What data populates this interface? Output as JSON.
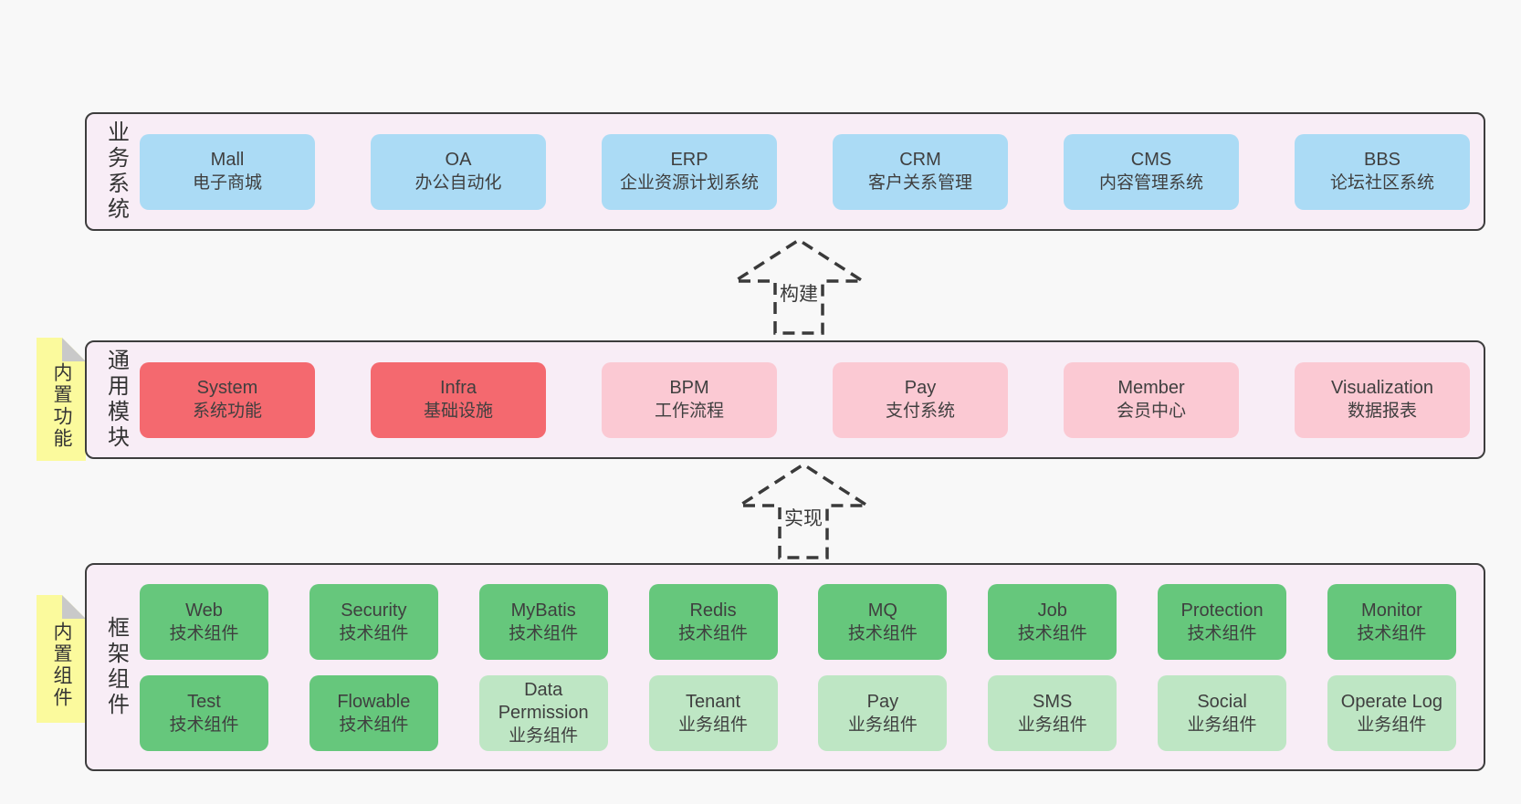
{
  "colors": {
    "page_bg": "#f8f8f8",
    "panel_bg": "#f8edf6",
    "panel_border": "#3d3d3d",
    "blue_box": "#abdbf5",
    "red_box": "#f4696f",
    "pink_box": "#fbc9d3",
    "green_box": "#66c77c",
    "light_green_box": "#bee6c4",
    "sticky_yellow": "#fbfa9d",
    "sticky_fold_gray": "#c9c9c9",
    "text": "#3f3f3f"
  },
  "business": {
    "label": "业务系统",
    "boxes": [
      {
        "name": "Mall",
        "subtitle": "电子商城",
        "type": "blue"
      },
      {
        "name": "OA",
        "subtitle": "办公自动化",
        "type": "blue"
      },
      {
        "name": "ERP",
        "subtitle": "企业资源计划系统",
        "type": "blue"
      },
      {
        "name": "CRM",
        "subtitle": "客户关系管理",
        "type": "blue"
      },
      {
        "name": "CMS",
        "subtitle": "内容管理系统",
        "type": "blue"
      },
      {
        "name": "BBS",
        "subtitle": "论坛社区系统",
        "type": "blue"
      }
    ]
  },
  "build_arrow": {
    "label": "构建"
  },
  "modules": {
    "label": "通用模块",
    "sticky": "内置功能",
    "boxes": [
      {
        "name": "System",
        "subtitle": "系统功能",
        "type": "red"
      },
      {
        "name": "Infra",
        "subtitle": "基础设施",
        "type": "red"
      },
      {
        "name": "BPM",
        "subtitle": "工作流程",
        "type": "pink"
      },
      {
        "name": "Pay",
        "subtitle": "支付系统",
        "type": "pink"
      },
      {
        "name": "Member",
        "subtitle": "会员中心",
        "type": "pink"
      },
      {
        "name": "Visualization",
        "subtitle": "数据报表",
        "type": "pink"
      }
    ]
  },
  "implement_arrow": {
    "label": "实现"
  },
  "components": {
    "label": "框架组件",
    "sticky": "内置组件",
    "row1": [
      {
        "name": "Web",
        "subtitle": "技术组件",
        "type": "green"
      },
      {
        "name": "Security",
        "subtitle": "技术组件",
        "type": "green"
      },
      {
        "name": "MyBatis",
        "subtitle": "技术组件",
        "type": "green"
      },
      {
        "name": "Redis",
        "subtitle": "技术组件",
        "type": "green"
      },
      {
        "name": "MQ",
        "subtitle": "技术组件",
        "type": "green"
      },
      {
        "name": "Job",
        "subtitle": "技术组件",
        "type": "green"
      },
      {
        "name": "Protection",
        "subtitle": "技术组件",
        "type": "green"
      },
      {
        "name": "Monitor",
        "subtitle": "技术组件",
        "type": "green"
      }
    ],
    "row2": [
      {
        "name": "Test",
        "subtitle": "技术组件",
        "type": "green"
      },
      {
        "name": "Flowable",
        "subtitle": "技术组件",
        "type": "green"
      },
      {
        "name": "Data Permission",
        "subtitle": "业务组件",
        "type": "lightgreen"
      },
      {
        "name": "Tenant",
        "subtitle": "业务组件",
        "type": "lightgreen"
      },
      {
        "name": "Pay",
        "subtitle": "业务组件",
        "type": "lightgreen"
      },
      {
        "name": "SMS",
        "subtitle": "业务组件",
        "type": "lightgreen"
      },
      {
        "name": "Social",
        "subtitle": "业务组件",
        "type": "lightgreen"
      },
      {
        "name": "Operate Log",
        "subtitle": "业务组件",
        "type": "lightgreen"
      }
    ]
  }
}
